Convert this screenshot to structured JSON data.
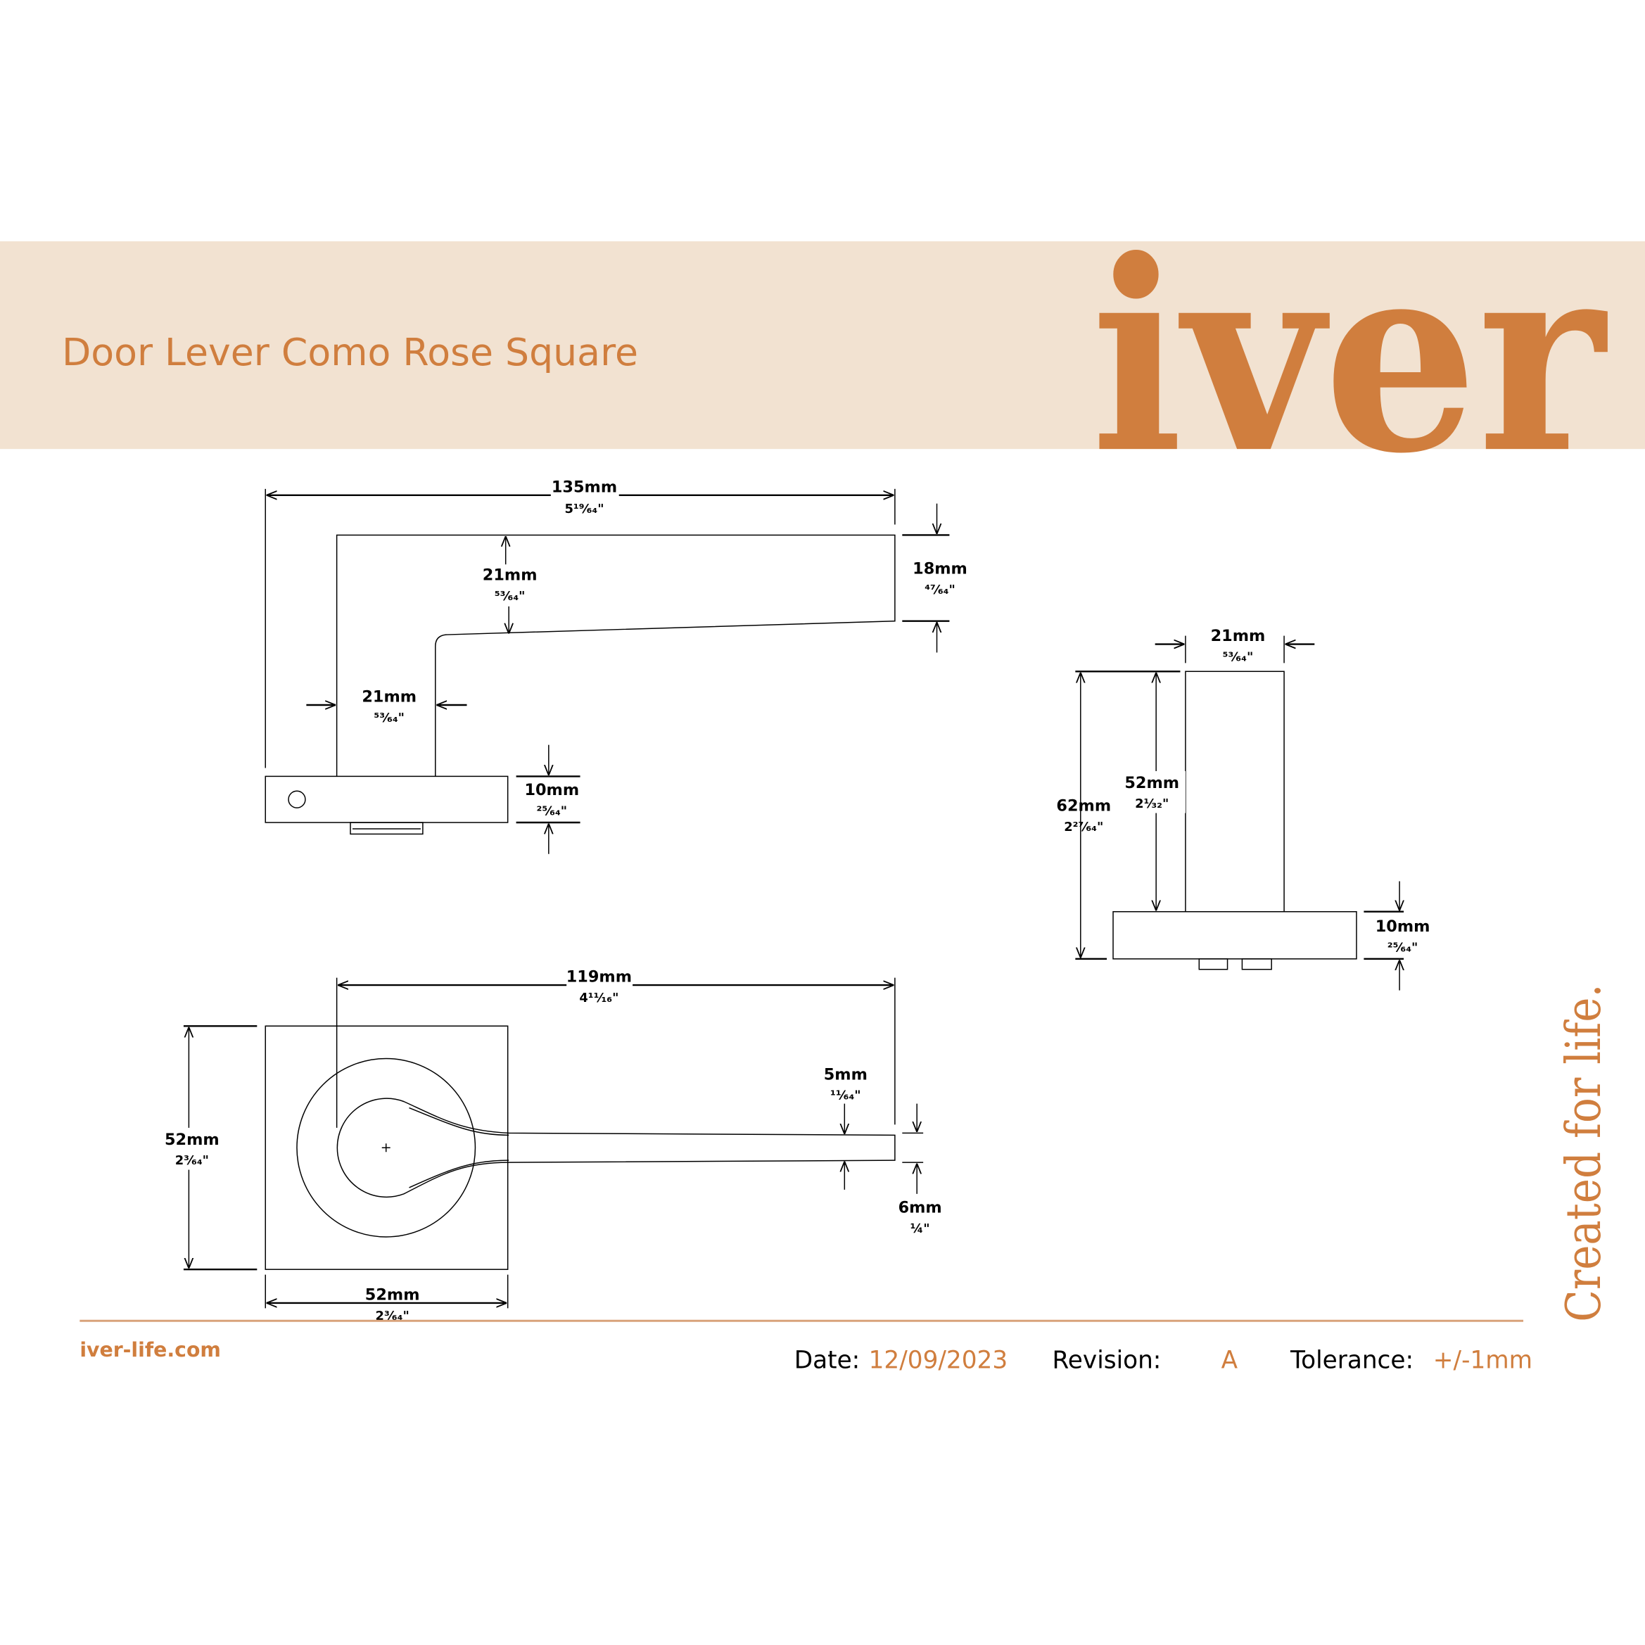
{
  "header": {
    "title": "Door Lever Como Rose Square",
    "logo": "iver"
  },
  "colors": {
    "brand": "#D07E3E",
    "band": "#F2E2D1"
  },
  "dims": {
    "overall_length": {
      "mm": "135mm",
      "inch": "5¹⁹⁄₆₄\""
    },
    "lever_width": {
      "mm": "21mm",
      "inch": "⁵³⁄₆₄\""
    },
    "lever_tip": {
      "mm": "18mm",
      "inch": "⁴⁷⁄₆₄\""
    },
    "neck_width": {
      "mm": "21mm",
      "inch": "⁵³⁄₆₄\""
    },
    "rose_thickness": {
      "mm": "10mm",
      "inch": "²⁵⁄₆₄\""
    },
    "side_width": {
      "mm": "21mm",
      "inch": "⁵³⁄₆₄\""
    },
    "side_total": {
      "mm": "62mm",
      "inch": "2²⁷⁄₆₄\""
    },
    "side_neck": {
      "mm": "52mm",
      "inch": "2¹⁄₃₂\""
    },
    "side_rose": {
      "mm": "10mm",
      "inch": "²⁵⁄₆₄\""
    },
    "projection": {
      "mm": "119mm",
      "inch": "4¹¹⁄₁₆\""
    },
    "rose_height": {
      "mm": "52mm",
      "inch": "2³⁄₆₄\""
    },
    "rose_width": {
      "mm": "52mm",
      "inch": "2³⁄₆₄\""
    },
    "tip_top": {
      "mm": "5mm",
      "inch": "¹¹⁄₆₄\""
    },
    "tip_bottom": {
      "mm": "6mm",
      "inch": "¼\""
    }
  },
  "footer": {
    "website": "iver-life.com",
    "date_label": "Date:",
    "date": "12/09/2023",
    "revision_label": "Revision:",
    "revision": "A",
    "tolerance_label": "Tolerance:",
    "tolerance": "+/-1mm",
    "slogan": "Created for life."
  }
}
